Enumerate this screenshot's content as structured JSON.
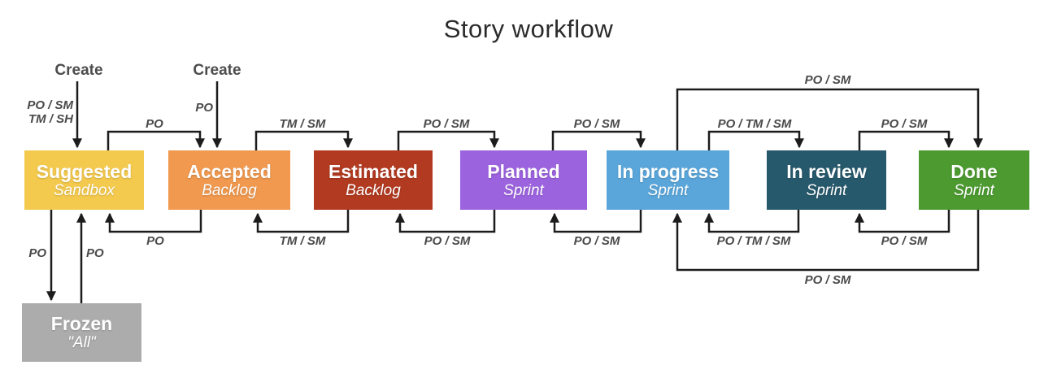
{
  "title": "Story workflow",
  "arrow_color": "#1c1c1c",
  "label_color": "#4a4a4a",
  "states": [
    {
      "name": "Suggested",
      "location": "Sandbox",
      "color": "#F4CA4E"
    },
    {
      "name": "Accepted",
      "location": "Backlog",
      "color": "#F0994F"
    },
    {
      "name": "Estimated",
      "location": "Backlog",
      "color": "#B23A20"
    },
    {
      "name": "Planned",
      "location": "Sprint",
      "color": "#9C63DF"
    },
    {
      "name": "In progress",
      "location": "Sprint",
      "color": "#5AA6DA"
    },
    {
      "name": "In review",
      "location": "Sprint",
      "color": "#27596C"
    },
    {
      "name": "Done",
      "location": "Sprint",
      "color": "#4C9A30"
    },
    {
      "name": "Frozen",
      "location": "\"All\"",
      "color": "#ACACAC"
    }
  ],
  "transitions": {
    "create_suggested": {
      "action": "Create",
      "to": "Suggested",
      "actors_line1": "PO / SM",
      "actors_line2": "TM / SH"
    },
    "create_accepted": {
      "action": "Create",
      "to": "Accepted",
      "actors": "PO"
    },
    "forward": [
      {
        "from": "Suggested",
        "to": "Accepted",
        "label": "PO"
      },
      {
        "from": "Accepted",
        "to": "Estimated",
        "label": "TM / SM"
      },
      {
        "from": "Estimated",
        "to": "Planned",
        "label": "PO / SM"
      },
      {
        "from": "Planned",
        "to": "In progress",
        "label": "PO / SM"
      },
      {
        "from": "In progress",
        "to": "In review",
        "label": "PO / TM / SM"
      },
      {
        "from": "In review",
        "to": "Done",
        "label": "PO / SM"
      },
      {
        "from": "In progress",
        "to": "Done",
        "label": "PO / SM"
      }
    ],
    "backward": [
      {
        "from": "Accepted",
        "to": "Suggested",
        "label": "PO"
      },
      {
        "from": "Estimated",
        "to": "Accepted",
        "label": "TM / SM"
      },
      {
        "from": "Planned",
        "to": "Estimated",
        "label": "PO / SM"
      },
      {
        "from": "In progress",
        "to": "Planned",
        "label": "PO / SM"
      },
      {
        "from": "In review",
        "to": "In progress",
        "label": "PO / TM / SM"
      },
      {
        "from": "Done",
        "to": "In review",
        "label": "PO / SM"
      },
      {
        "from": "Done",
        "to": "In progress",
        "label": "PO / SM"
      }
    ],
    "freeze": {
      "from": "Suggested",
      "to": "Frozen",
      "label": "PO"
    },
    "unfreeze": {
      "from": "Frozen",
      "to": "Suggested",
      "label": "PO"
    }
  }
}
